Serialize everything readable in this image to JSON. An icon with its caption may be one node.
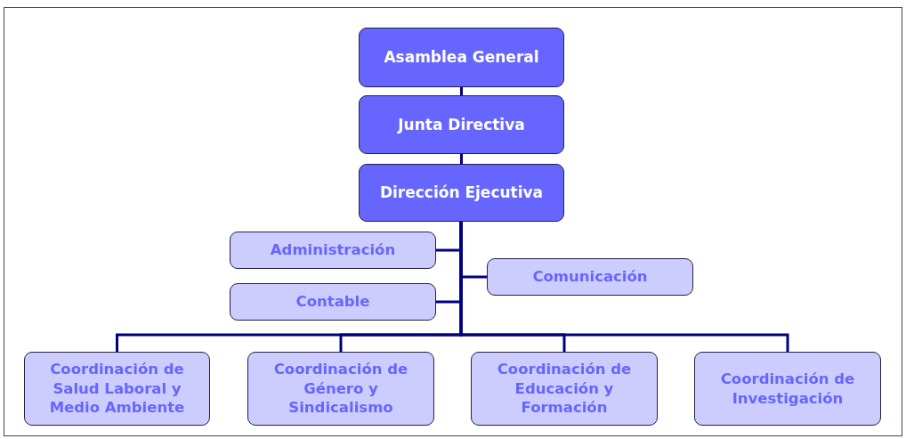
{
  "diagram": {
    "nodes": [
      {
        "text": [
          "Asamblea General"
        ]
      },
      {
        "text": [
          "Junta Directiva"
        ]
      },
      {
        "text": [
          "Dirección Ejecutiva"
        ]
      },
      {
        "text": [
          "Administración"
        ]
      },
      {
        "text": [
          "Comunicación"
        ]
      },
      {
        "text": [
          "Contable"
        ]
      },
      {
        "text": [
          "Coordinación de Salud Laboral y Medio Ambiente"
        ]
      },
      {
        "text": [
          "Coordinación de Género y Sindicalismo"
        ]
      },
      {
        "text": [
          "Coordinación de Educación y Formación"
        ]
      },
      {
        "text": [
          "Coordinación de Investigación"
        ]
      }
    ],
    "edges": [
      {
        "from": 0,
        "to": 1,
        "arrow": "none"
      },
      {
        "from": 1,
        "to": 2,
        "arrow": "none"
      },
      {
        "from": 2,
        "to": 3,
        "arrow": "none"
      },
      {
        "from": 2,
        "to": 4,
        "arrow": "none"
      },
      {
        "from": 2,
        "to": 5,
        "arrow": "none"
      },
      {
        "from": 2,
        "to": 6,
        "arrow": "none"
      },
      {
        "from": 2,
        "to": 7,
        "arrow": "none"
      },
      {
        "from": 2,
        "to": 8,
        "arrow": "none"
      },
      {
        "from": 2,
        "to": 9,
        "arrow": "none"
      }
    ]
  }
}
